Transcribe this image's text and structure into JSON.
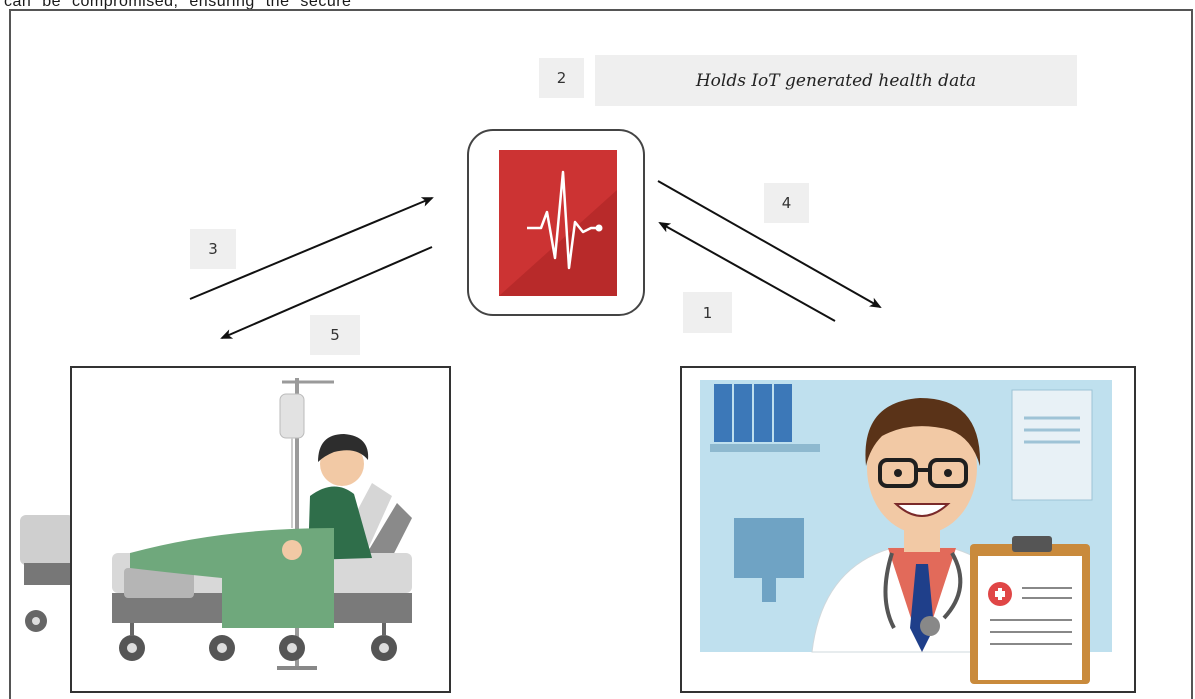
{
  "top_text": "can be compromised, ensuring the secure",
  "steps": {
    "one": "1",
    "two": "2",
    "three": "3",
    "four": "4",
    "five": "5"
  },
  "caption": "Holds IoT generated health data",
  "icons": {
    "device": "heartbeat-monitor-icon",
    "patient": "patient-in-hospital-bed-illustration",
    "doctor": "doctor-with-clipboard-illustration"
  },
  "colors": {
    "device_red": "#cc3333",
    "blanket_green": "#6fa87c",
    "doctor_bg": "#bfe0ee"
  }
}
